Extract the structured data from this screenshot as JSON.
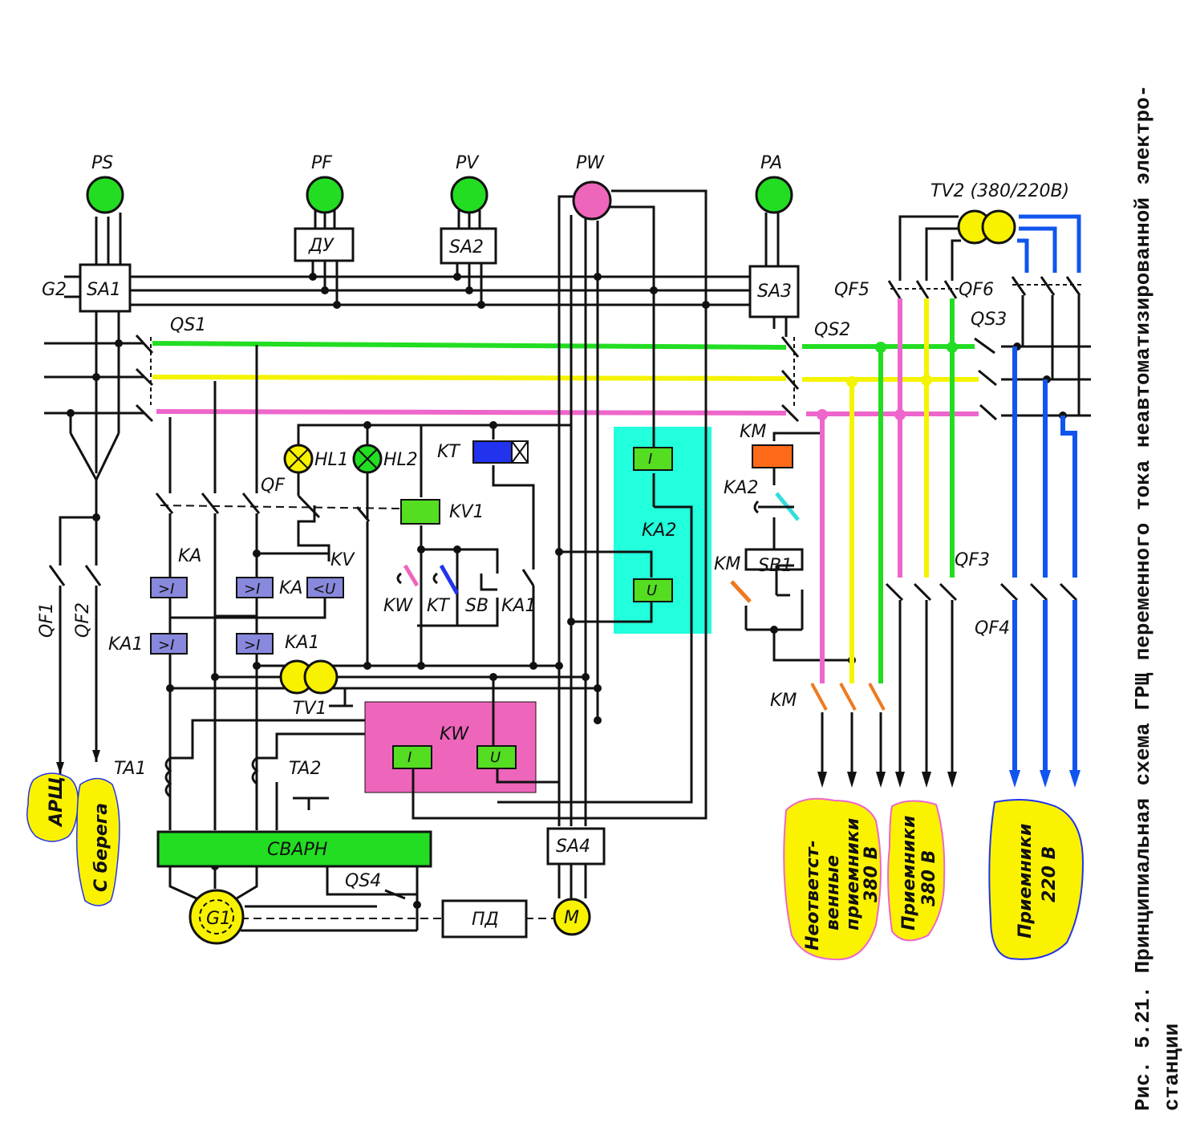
{
  "caption": {
    "line1": "Рис. 5.21. Принципиальная схема ГРЩ переменного тока неавтоматизированной электро-",
    "line2": "станции"
  },
  "meters": {
    "ps": "PS",
    "pf": "PF",
    "pv": "PV",
    "pw": "PW",
    "pa": "PA"
  },
  "boxes": {
    "sa1": "SA1",
    "du": "ДУ",
    "sa2": "SA2",
    "sa3": "SA3",
    "sa4": "SA4",
    "svarn": "СВАРН",
    "pd": "ПД"
  },
  "labels": {
    "g2": "G2",
    "qs1": "QS1",
    "qs2": "QS2",
    "qs3": "QS3",
    "qf5": "QF5",
    "qf6": "QF6",
    "tv2": "TV2 (380/220В)",
    "hl1": "HL1",
    "hl2": "HL2",
    "kt": "KT",
    "kv1": "KV1",
    "qf": "QF",
    "ka": "KA",
    "kv": "KV",
    "ka_mid": "KA",
    "ka1_left": "KA1",
    "ka1_mid": "KA1",
    "kw_contact": "KW",
    "kt_contact": "KT",
    "sb": "SB",
    "ka1_contact": "KA1",
    "tv1": "TV1",
    "ta1": "TA1",
    "ta2": "TA2",
    "kw_group": "KW",
    "ka2_group": "KA2",
    "km_coil": "KM",
    "ka2_contact": "KA2",
    "sb1": "SB1",
    "km_contact": "KM",
    "qf3": "QF3",
    "qf4": "QF4",
    "km_lower": "KM",
    "qs4": "QS4",
    "qf1": "QF1",
    "qf2": "QF2",
    "relay_gt_i": ">I",
    "relay_lt_u": "<U",
    "coil_i": "I",
    "coil_u": "U",
    "gen": "G1",
    "motor": "M"
  },
  "blobs": {
    "arsh": "АРЩ",
    "shore": "С берега",
    "nonresp": [
      "Неответст-",
      "венные",
      "приемники",
      "380 В"
    ],
    "r380": [
      "Приемники",
      "380 В"
    ],
    "r220": [
      "Приемники",
      "220 В"
    ]
  },
  "colors": {
    "green_bus": "#22dd22",
    "yellow_bus": "#f4f400",
    "pink_bus": "#ee66cc",
    "blue_bus": "#1155ee",
    "kw_fill": "#ee66bb",
    "ka2_fill": "#22ffdd",
    "relay_fill": "#8888dd",
    "coil_fill": "#55dd22",
    "meter_green": "#22dd22",
    "meter_pink": "#ee66bb",
    "km_coil": "#ff6a1a",
    "kt_coil": "#2233ee",
    "lamp_yellow": "#f8f200",
    "blob_yellow": "#fbf200"
  }
}
